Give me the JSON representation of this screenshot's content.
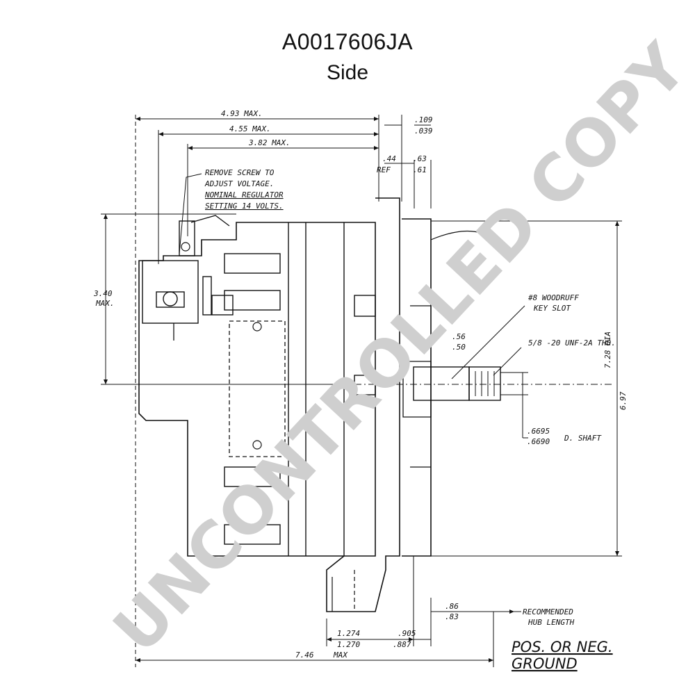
{
  "header": {
    "part_number": "A0017606JA",
    "view": "Side"
  },
  "dimensions": {
    "d493": "4.93 MAX.",
    "d455": "4.55 MAX.",
    "d382": "3.82 MAX.",
    "d109": ".109",
    "d039": ".039",
    "d44": ".44",
    "ref": "REF",
    "d63": ".63",
    "d61": ".61",
    "d340": "3.40",
    "max": "MAX.",
    "d56": ".56",
    "d50": ".50",
    "d728": "7.28 DIA",
    "d697": "6.97",
    "d6695": ".6695",
    "d6690": ".6690",
    "dshaft": "D. SHAFT",
    "d86": ".86",
    "d83": ".83",
    "d1274": "1.274",
    "d1270": "1.270",
    "d905": ".905",
    "d887": ".887",
    "d746": "7.46",
    "max2": "MAX"
  },
  "notes": {
    "adjust_1": "REMOVE SCREW TO",
    "adjust_2": "ADJUST VOLTAGE.",
    "adjust_3": "NOMINAL REGULATOR",
    "adjust_4": "SETTING 14 VOLTS.",
    "woodruff_1": "#8 WOODRUFF",
    "woodruff_2": "KEY SLOT",
    "thread": "5/8 -20 UNF-2A THD.",
    "hub_1": "RECOMMENDED",
    "hub_2": "HUB LENGTH",
    "ground_1": "POS. OR NEG.",
    "ground_2": "GROUND"
  },
  "watermark": "UNCONTROLLED COPY"
}
